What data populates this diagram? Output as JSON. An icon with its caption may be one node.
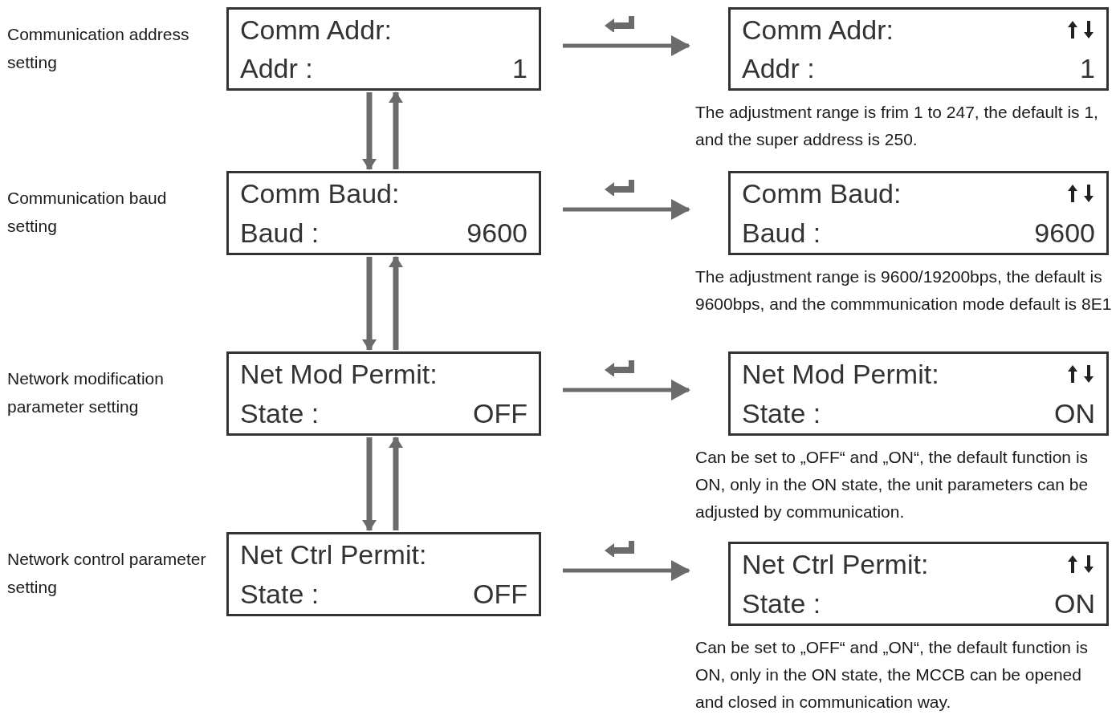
{
  "diagram": {
    "nodes": [
      {
        "text": [
          "Comm Addr:",
          "Addr :",
          "1"
        ],
        "beside": [
          "Communication address setting"
        ]
      },
      {
        "text": [
          "Comm Addr:",
          "Addr :",
          "1"
        ],
        "beside": [
          "The adjustment range is frim 1 to 247, the default is 1, and the super address is 250."
        ]
      },
      {
        "text": [
          "Comm Baud:",
          "Baud :",
          "9600"
        ],
        "beside": [
          "Communication baud setting"
        ]
      },
      {
        "text": [
          "Comm Baud:",
          "Baud :",
          "9600"
        ],
        "beside": [
          "The adjustment range is 9600/19200bps, the default is 9600bps, and the commmunication mode default is 8E1"
        ]
      },
      {
        "text": [
          "Net Mod Permit:",
          "State :",
          "OFF"
        ],
        "beside": [
          "Network modification parameter setting"
        ]
      },
      {
        "text": [
          "Net Mod Permit:",
          "State :",
          "ON"
        ],
        "beside": [
          "Can be set to „OFF“ and „ON“, the default function is ON, only in the ON state, the unit parameters can be adjusted by communication."
        ]
      },
      {
        "text": [
          "Net Ctrl Permit:",
          "State :",
          "OFF"
        ],
        "beside": [
          "Network control parameter setting"
        ]
      },
      {
        "text": [
          "Net Ctrl Permit:",
          "State :",
          "ON"
        ],
        "beside": [
          "Can be set to „OFF“ and „ON“, the default function is ON, only in the ON state, the MCCB can be opened and closed in communication way."
        ]
      }
    ],
    "edges": [
      {
        "from": 0,
        "to": 1,
        "arrow": "to"
      },
      {
        "from": 0,
        "to": 2,
        "arrow": "to"
      },
      {
        "from": 2,
        "to": 0,
        "arrow": "to"
      },
      {
        "from": 2,
        "to": 3,
        "arrow": "to"
      },
      {
        "from": 2,
        "to": 4,
        "arrow": "to"
      },
      {
        "from": 4,
        "to": 2,
        "arrow": "to"
      },
      {
        "from": 4,
        "to": 5,
        "arrow": "to"
      },
      {
        "from": 4,
        "to": 6,
        "arrow": "to"
      },
      {
        "from": 6,
        "to": 4,
        "arrow": "to"
      },
      {
        "from": 6,
        "to": 7,
        "arrow": "to"
      }
    ]
  }
}
